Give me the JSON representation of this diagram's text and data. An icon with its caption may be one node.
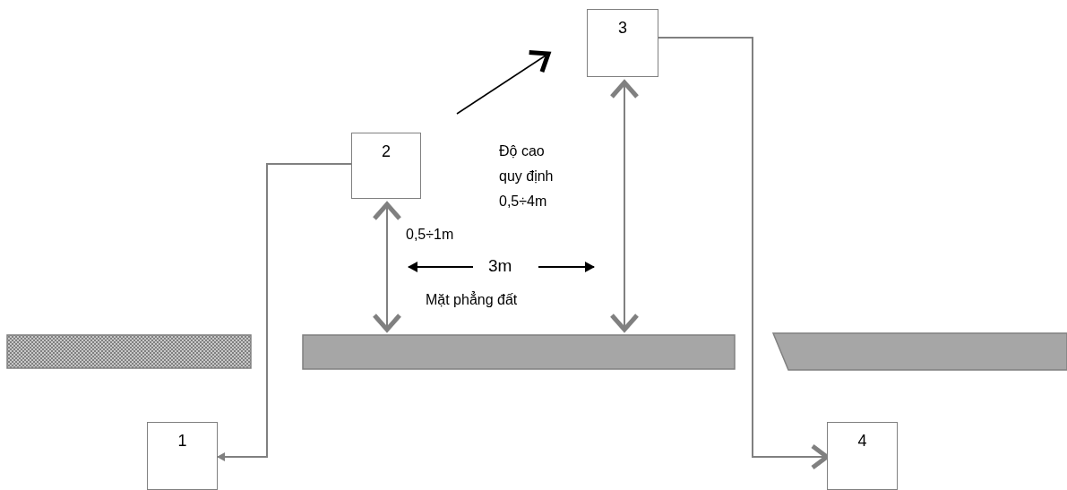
{
  "diagram": {
    "nodes": [
      {
        "text": [
          "1"
        ]
      },
      {
        "text": [
          "2"
        ]
      },
      {
        "text": [
          "3"
        ]
      },
      {
        "text": [
          "4"
        ]
      },
      {
        "text": [],
        "shape": "bar"
      },
      {
        "text": [],
        "shape": "bar"
      },
      {
        "text": [],
        "shape": "bar"
      }
    ],
    "edges": [
      {
        "from": 1,
        "to": 0,
        "arrow": "to"
      },
      {
        "from": 2,
        "to": 3,
        "arrow": "to"
      },
      {
        "from": 1,
        "to": 5,
        "arrow": "both"
      },
      {
        "from": 2,
        "to": 5,
        "arrow": "both"
      }
    ],
    "labels": [
      "Độ cao quy định 0,5÷4m",
      "0,5÷1m",
      "3m",
      "Mặt phẳng đất"
    ]
  }
}
